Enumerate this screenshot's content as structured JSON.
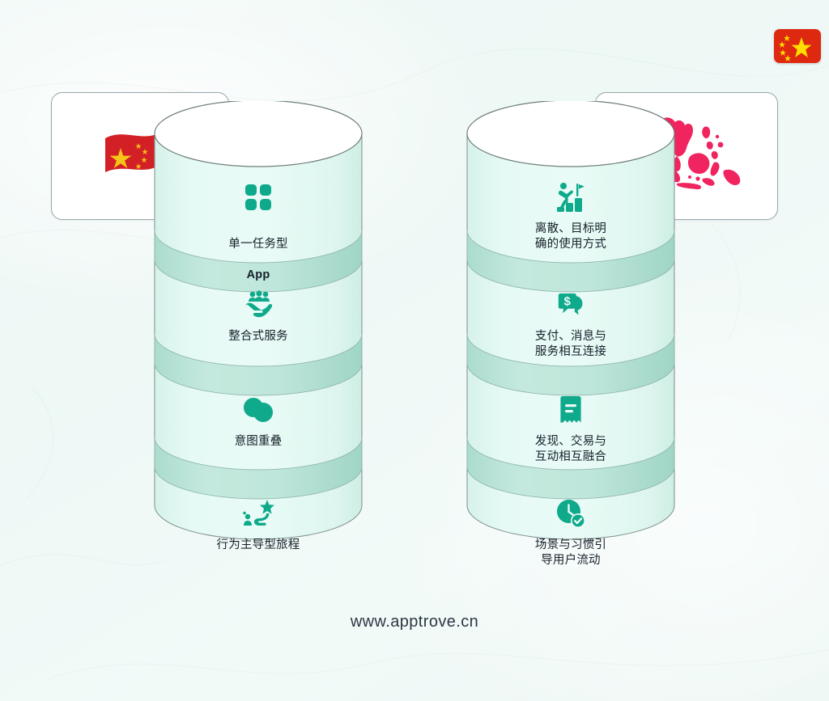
{
  "page": {
    "background_color": "#eef8f5",
    "accent_color": "#0fa98b",
    "band_color": "#aadcce",
    "cylinder_body_color": "#e2f7f1",
    "footer_text": "www.apptrove.cn"
  },
  "corner_badge": {
    "name": "china-flag-badge",
    "alt": "China flag",
    "red": "#de2910",
    "yellow": "#ffde00"
  },
  "cards": [
    {
      "id": "card-left",
      "icon_name": "china-flag-icon",
      "alt": "China flag",
      "red": "#d32027",
      "yellow": "#f5c518"
    },
    {
      "id": "card-right",
      "icon_name": "southeast-asia-map-icon",
      "alt": "Southeast Asia map",
      "color": "#f0245e"
    }
  ],
  "columns": [
    {
      "id": "left",
      "region": "china",
      "segments": [
        {
          "icon": "grid-four-squares-icon",
          "label": "单一任务型",
          "label_bold": "App"
        },
        {
          "icon": "hand-holding-people-icon",
          "label": "整合式服务",
          "label_bold": ""
        },
        {
          "icon": "overlapping-circles-icon",
          "label": "意图重叠",
          "label_bold": ""
        },
        {
          "icon": "journey-path-star-icon",
          "label": "行为主导型旅程",
          "label_bold": ""
        }
      ]
    },
    {
      "id": "right",
      "region": "southeast-asia",
      "segments": [
        {
          "icon": "person-climbing-steps-flag-icon",
          "label": "离散、目标明\n确的使用方式",
          "label_bold": ""
        },
        {
          "icon": "chat-bubble-dollar-icon",
          "label": "支付、消息与\n服务相互连接",
          "label_bold": ""
        },
        {
          "icon": "receipt-bill-icon",
          "label": "发现、交易与\n互动相互融合",
          "label_bold": ""
        },
        {
          "icon": "clock-check-icon",
          "label": "场景与习惯引\n导用户流动",
          "label_bold": ""
        }
      ]
    }
  ]
}
